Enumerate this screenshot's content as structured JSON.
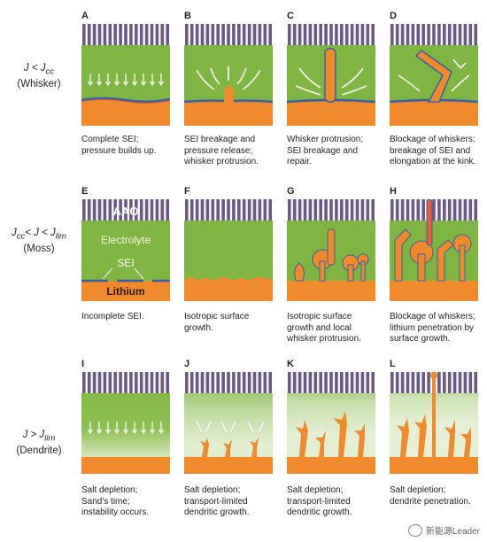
{
  "rows": [
    {
      "label_main": "J < J",
      "label_sub": "cc",
      "label_tail": "",
      "label_name": "(Whisker)"
    },
    {
      "label_main": "J",
      "label_sub": "cc",
      "label_tail": "< J < J",
      "label_sub2": "lim",
      "label_name": "(Moss)"
    },
    {
      "label_main": "J > J",
      "label_sub": "lim",
      "label_tail": "",
      "label_name": "(Dendrite)"
    }
  ],
  "panels": [
    {
      "letter": "A",
      "caption": [
        "Complete SEI;",
        "pressure builds up."
      ]
    },
    {
      "letter": "B",
      "caption": [
        "SEI breakage and",
        "pressure release;",
        "whisker protrusion."
      ]
    },
    {
      "letter": "C",
      "caption": [
        "Whisker protrusion;",
        "SEI breakage and",
        "repair."
      ]
    },
    {
      "letter": "D",
      "caption": [
        "Blockage of whiskers;",
        "breakage of SEI and",
        "elongation at the kink."
      ]
    },
    {
      "letter": "E",
      "caption": [
        "Incomplete SEI."
      ]
    },
    {
      "letter": "F",
      "caption": [
        "Isotropic surface",
        "growth."
      ]
    },
    {
      "letter": "G",
      "caption": [
        "Isotropic surface",
        "growth and local",
        "whisker protrusion."
      ]
    },
    {
      "letter": "H",
      "caption": [
        "Blockage of whiskers;",
        "lithium penetration by",
        "surface growth."
      ]
    },
    {
      "letter": "I",
      "caption": [
        "Salt depletion;",
        "Sand's time;",
        "instability occurs."
      ]
    },
    {
      "letter": "J",
      "caption": [
        "Salt depletion;",
        "transport-limited",
        "dendritic growth."
      ]
    },
    {
      "letter": "K",
      "caption": [
        "Salt depletion;",
        "transport-limited",
        "dendritic growth."
      ]
    },
    {
      "letter": "L",
      "caption": [
        "Salt depletion;",
        "dendrite penetration."
      ]
    }
  ],
  "labels_in_E": {
    "aao": "AAO",
    "electrolyte": "Electrolyte",
    "sei": "SEI",
    "lithium": "Lithium"
  },
  "watermark": "新能源Leader",
  "colors": {
    "green": "#7fb542",
    "orange": "#f08a2c",
    "aao": "#6a5a85",
    "pale_green": "#d8eac2",
    "sei_blue": "#3a5fa8"
  }
}
